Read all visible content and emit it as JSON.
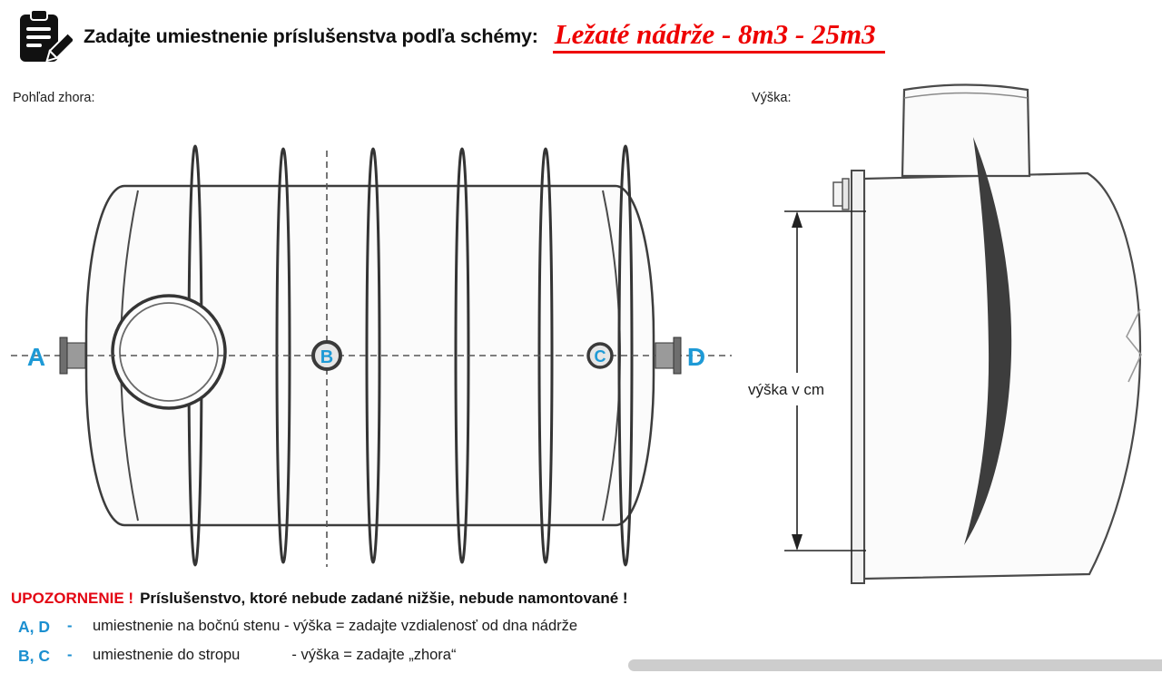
{
  "header": {
    "instruction": "Zadajte umiestnenie príslušenstva podľa schémy:",
    "title": "Ležaté nádrže - 8m3 - 25m3"
  },
  "labels": {
    "top_view": "Pohľad zhora:",
    "height": "Výška:",
    "height_dimension": "výška v cm"
  },
  "markers": {
    "a": "A",
    "b": "B",
    "c": "C",
    "d": "D"
  },
  "notes": {
    "warning_title": "UPOZORNENIE !",
    "warning_text": "Príslušenstvo, ktoré nebude zadané nižšie, nebude namontované !",
    "lines": [
      {
        "prefix": "A, D",
        "sep": "-",
        "text": "umiestnenie na bočnú stenu - výška = zadajte vzdialenosť od dna nádrže"
      },
      {
        "prefix": "B, C",
        "sep": "-",
        "text": "umiestnenie do stropu",
        "text2": "- výška = zadajte „zhora“"
      }
    ]
  },
  "colors": {
    "title_red": "#ee0000",
    "warning_red": "#e30613",
    "accent_blue": "#1e9ad6",
    "note_blue": "#1b8fd0"
  }
}
